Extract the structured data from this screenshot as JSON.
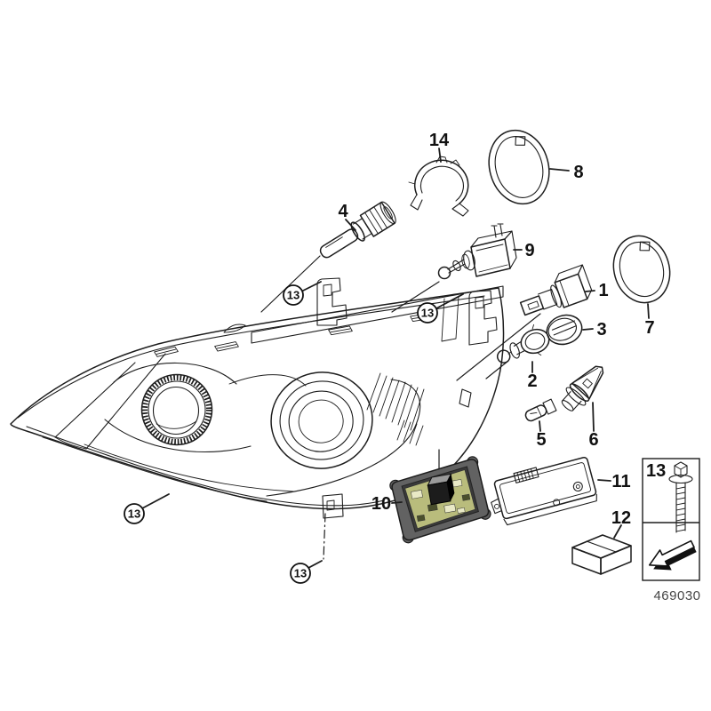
{
  "diagram": {
    "subject": "headlamp-exploded-parts-diagram",
    "part_number": "469030",
    "background": "#ffffff",
    "line_color": "#1d1d1d"
  },
  "callouts": [
    {
      "id": "part-1",
      "text": "1"
    },
    {
      "id": "part-2",
      "text": "2"
    },
    {
      "id": "part-3",
      "text": "3"
    },
    {
      "id": "part-4",
      "text": "4"
    },
    {
      "id": "part-5",
      "text": "5"
    },
    {
      "id": "part-6",
      "text": "6"
    },
    {
      "id": "part-7",
      "text": "7"
    },
    {
      "id": "part-8",
      "text": "8"
    },
    {
      "id": "part-9",
      "text": "9"
    },
    {
      "id": "part-10",
      "text": "10"
    },
    {
      "id": "part-11",
      "text": "11"
    },
    {
      "id": "part-12",
      "text": "12"
    },
    {
      "id": "part-14",
      "text": "14"
    }
  ],
  "circled_callouts": [
    {
      "id": "screw-13-upper-left",
      "text": "13"
    },
    {
      "id": "screw-13-upper-right",
      "text": "13"
    },
    {
      "id": "screw-13-lower-left",
      "text": "13"
    },
    {
      "id": "screw-13-lower-mid",
      "text": "13"
    }
  ],
  "legend": {
    "label": "13"
  },
  "colors": {
    "label": "#111111",
    "part_number_text": "#454545",
    "tray": "#626262",
    "tray_rim": "#3a3a3a",
    "pcb": "#b9bc7c",
    "pad_light": "#e9e9c6",
    "pad_dark": "#4a4f2c",
    "connector": "#1c1c1c",
    "connector_top": "#9a9a9a",
    "arrow_black": "#111111"
  }
}
